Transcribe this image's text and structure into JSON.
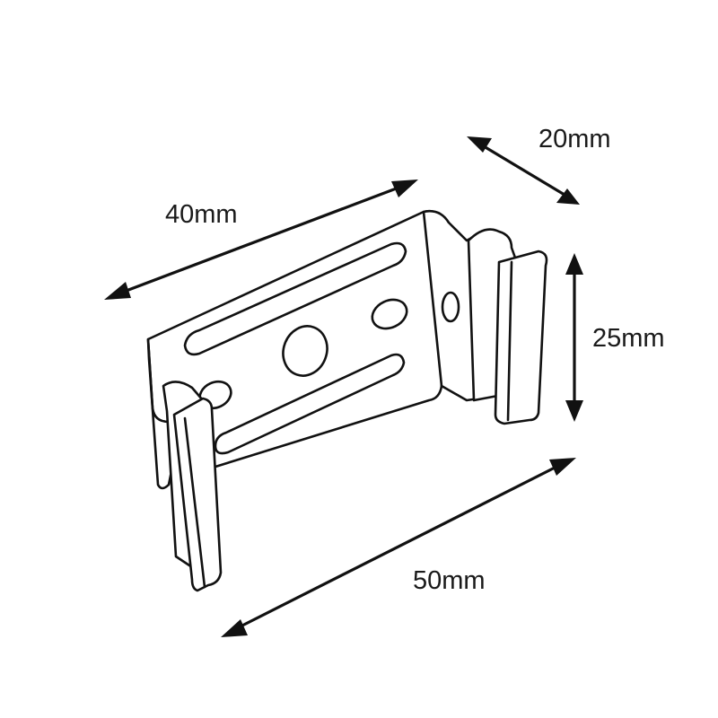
{
  "dimensions": {
    "width_label": "40mm",
    "depth_label": "20mm",
    "height_label": "25mm",
    "length_label": "50mm"
  },
  "colors": {
    "line": "#111111",
    "background": "#ffffff"
  }
}
